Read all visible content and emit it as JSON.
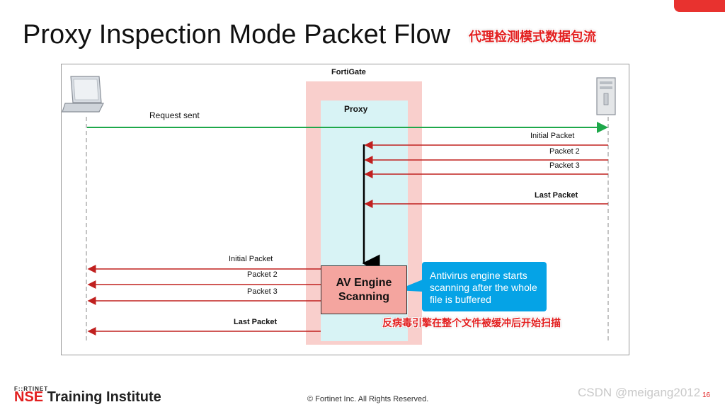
{
  "slide": {
    "title": "Proxy Inspection Mode Packet Flow",
    "title_cn": "代理检测模式数据包流",
    "page_number": "16"
  },
  "diagram": {
    "fortigate_label": "FortiGate",
    "proxy_label": "Proxy",
    "request_label": "Request sent",
    "inbound_packets": [
      "Initial Packet",
      "Packet 2",
      "Packet 3",
      "Last Packet"
    ],
    "outbound_packets": [
      "Initial Packet",
      "Packet 2",
      "Packet 3",
      "Last Packet"
    ],
    "av_engine_label": "AV Engine Scanning",
    "callout_text": "Antivirus engine starts scanning after the whole file is buffered",
    "note_cn": "反病毒引擎在整个文件被缓冲后开始扫描",
    "icons": {
      "client": "laptop-icon",
      "server": "server-icon"
    },
    "colors": {
      "request_arrow": "#1ea84a",
      "packet_arrow": "#c0201f",
      "fortigate_band": "#f9cfcc",
      "proxy_band": "#d8f3f5",
      "av_box": "#f4a59f",
      "callout": "#05a3e6"
    }
  },
  "footer": {
    "logo_small": "F::RTINET",
    "logo_nse": "NSE",
    "logo_rest": " Training Institute",
    "copyright": "© Fortinet Inc. All Rights Reserved.",
    "watermark": "CSDN @meigang2012"
  }
}
